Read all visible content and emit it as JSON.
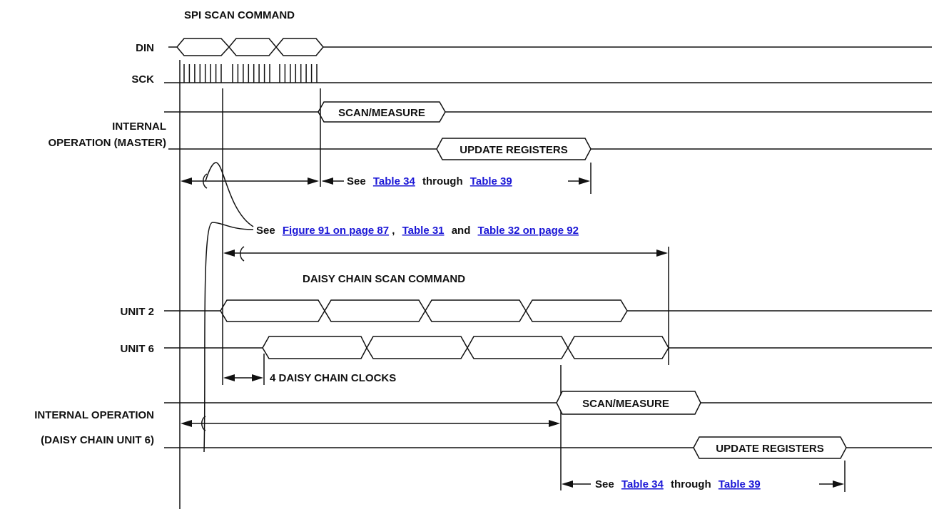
{
  "diagram": {
    "header_spi": "SPI SCAN COMMAND",
    "header_daisy": "DAISY CHAIN SCAN COMMAND",
    "signals": {
      "din": "DIN",
      "sck": "SCK",
      "internal_master_line1": "INTERNAL",
      "internal_master_line2": "OPERATION (MASTER)",
      "unit2": "UNIT 2",
      "unit6": "UNIT 6",
      "internal_unit6_line1": "INTERNAL OPERATION",
      "internal_unit6_line2": "(DAISY CHAIN UNIT 6)"
    },
    "phases": {
      "scan_measure": "SCAN/MEASURE",
      "update_registers": "UPDATE REGISTERS"
    },
    "ref_see": "See",
    "ref_through": "through",
    "ref_and": "and",
    "comma": ",",
    "links": {
      "table34": "Table 34",
      "table39": "Table 39",
      "figure91": "Figure 91 on page 87",
      "table31": "Table 31",
      "table32": "Table 32 on page 92"
    },
    "clocks_label": "4 DAISY CHAIN CLOCKS",
    "colors": {
      "ink": "#111111",
      "link": "#1a16d6",
      "background": "#ffffff"
    }
  }
}
